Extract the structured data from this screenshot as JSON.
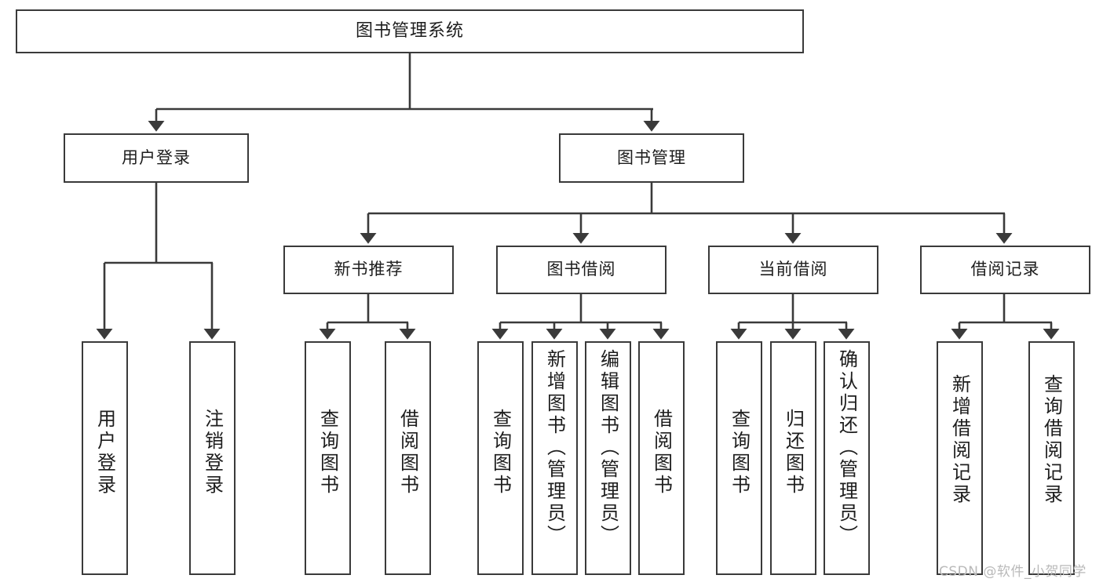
{
  "diagram": {
    "type": "tree-hierarchy",
    "title": "图书管理系统",
    "orientation": "top-down",
    "colors": {
      "box_border": "#3a3a3a",
      "box_fill": "#ffffff",
      "connector": "#3a3a3a",
      "text": "#1d1d1d",
      "watermark": "#b9b9b9",
      "background": "#ffffff"
    },
    "root": {
      "id": "root",
      "label": "图书管理系统"
    },
    "level2": [
      {
        "id": "user-login",
        "label": "用户登录"
      },
      {
        "id": "book-manage",
        "label": "图书管理"
      }
    ],
    "level3": [
      {
        "id": "new-book-rec",
        "label": "新书推荐",
        "parent": "book-manage"
      },
      {
        "id": "book-borrow",
        "label": "图书借阅",
        "parent": "book-manage"
      },
      {
        "id": "current-borrow",
        "label": "当前借阅",
        "parent": "book-manage"
      },
      {
        "id": "borrow-record",
        "label": "借阅记录",
        "parent": "book-manage"
      }
    ],
    "leaves": [
      {
        "id": "leaf-user-login",
        "label": "用户登录",
        "parent": "user-login"
      },
      {
        "id": "leaf-user-logout",
        "label": "注销登录",
        "parent": "user-login"
      },
      {
        "id": "leaf-query-book-1",
        "label": "查询图书",
        "parent": "new-book-rec"
      },
      {
        "id": "leaf-borrow-book-1",
        "label": "借阅图书",
        "parent": "new-book-rec"
      },
      {
        "id": "leaf-query-book-2",
        "label": "查询图书",
        "parent": "book-borrow"
      },
      {
        "id": "leaf-add-book",
        "label": "新增图书（管理员）",
        "parent": "book-borrow"
      },
      {
        "id": "leaf-edit-book",
        "label": "编辑图书（管理员）",
        "parent": "book-borrow"
      },
      {
        "id": "leaf-borrow-book-2",
        "label": "借阅图书",
        "parent": "book-borrow"
      },
      {
        "id": "leaf-query-book-3",
        "label": "查询图书",
        "parent": "current-borrow"
      },
      {
        "id": "leaf-return-book",
        "label": "归还图书",
        "parent": "current-borrow"
      },
      {
        "id": "leaf-confirm-return",
        "label": "确认归还（管理员）",
        "parent": "current-borrow"
      },
      {
        "id": "leaf-add-record",
        "label": "新增借阅记录",
        "parent": "borrow-record"
      },
      {
        "id": "leaf-query-record",
        "label": "查询借阅记录",
        "parent": "borrow-record"
      }
    ]
  },
  "watermark": {
    "text": "CSDN @软件_小贺同学"
  }
}
